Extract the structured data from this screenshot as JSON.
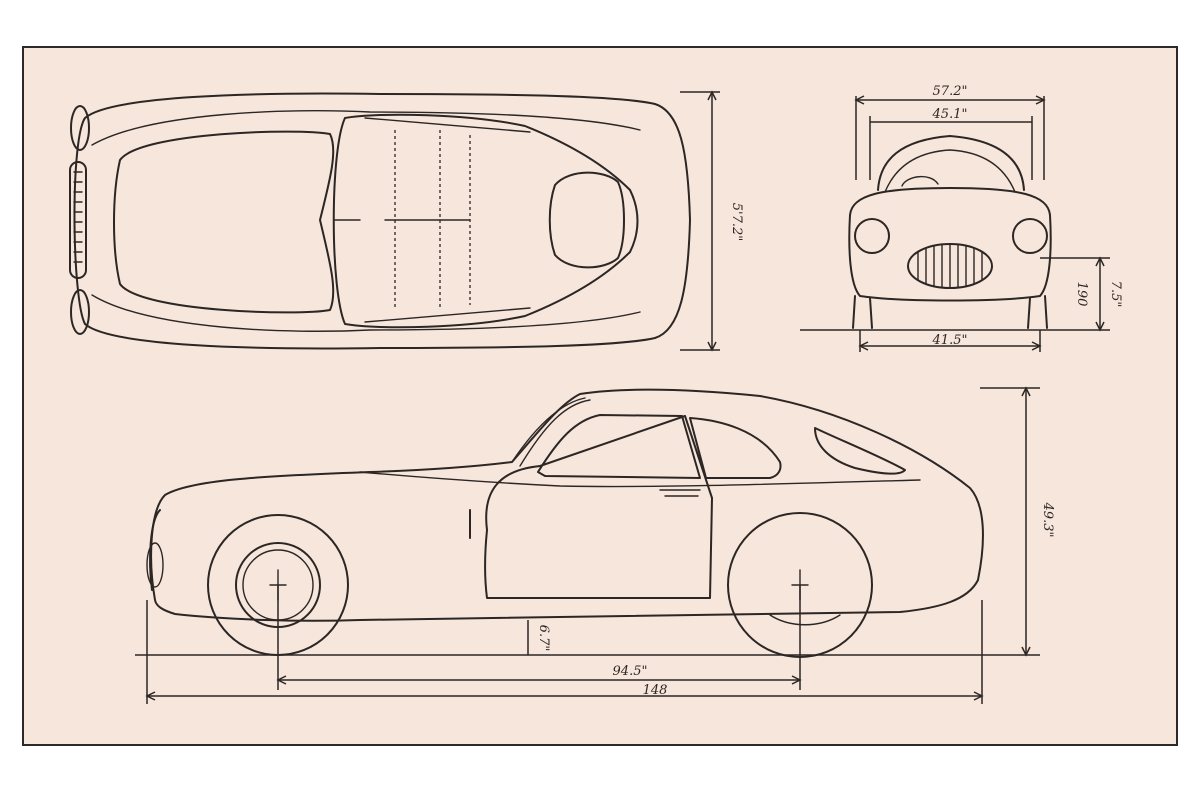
{
  "colors": {
    "paper": "#f6e6dc",
    "ink": "#2c2624",
    "border": "#2f2a28"
  },
  "dimensions": {
    "top_width": "5'7.2\"",
    "front_overall_width": "57.2\"",
    "front_body_width": "45.1\"",
    "front_track": "41.5\"",
    "ground_clearance_mm": "190",
    "ground_clearance_in": "7.5\"",
    "height": "49.3\"",
    "front_overhang": "6.7\"",
    "wheelbase": "94.5\"",
    "overall_length": "148"
  }
}
